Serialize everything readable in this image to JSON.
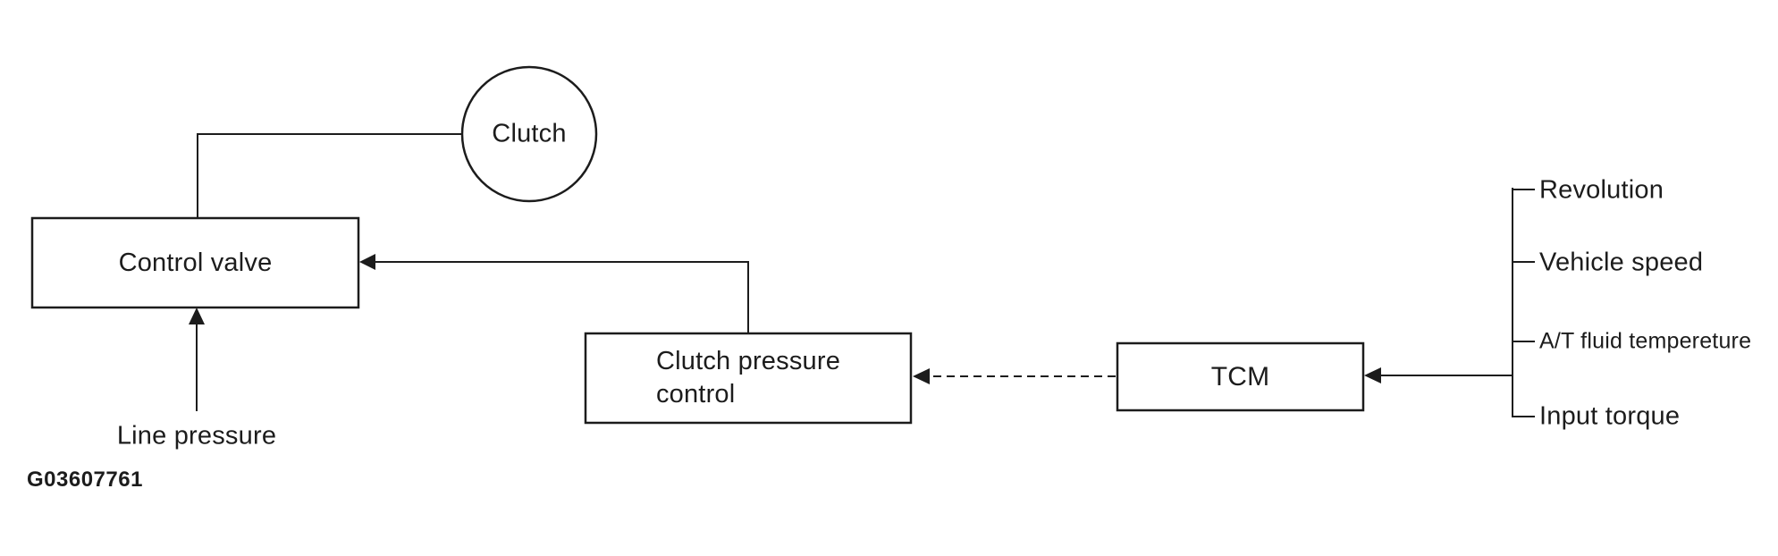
{
  "diagram": {
    "nodes": {
      "clutch": {
        "label": "Clutch",
        "shape": "circle"
      },
      "control_valve": {
        "label": "Control valve",
        "shape": "rect"
      },
      "clutch_pressure_control": {
        "label": "Clutch pressure\ncontrol",
        "shape": "rect"
      },
      "tcm": {
        "label": "TCM",
        "shape": "rect"
      }
    },
    "tcm_inputs": [
      {
        "label": "Revolution"
      },
      {
        "label": "Vehicle speed"
      },
      {
        "label": "A/T fluid tempereture"
      },
      {
        "label": "Input torque"
      }
    ],
    "annotations": {
      "line_pressure": "Line pressure",
      "figure_id": "G03607761"
    },
    "colors": {
      "line": "#1c1c1c",
      "background": "#ffffff"
    }
  }
}
